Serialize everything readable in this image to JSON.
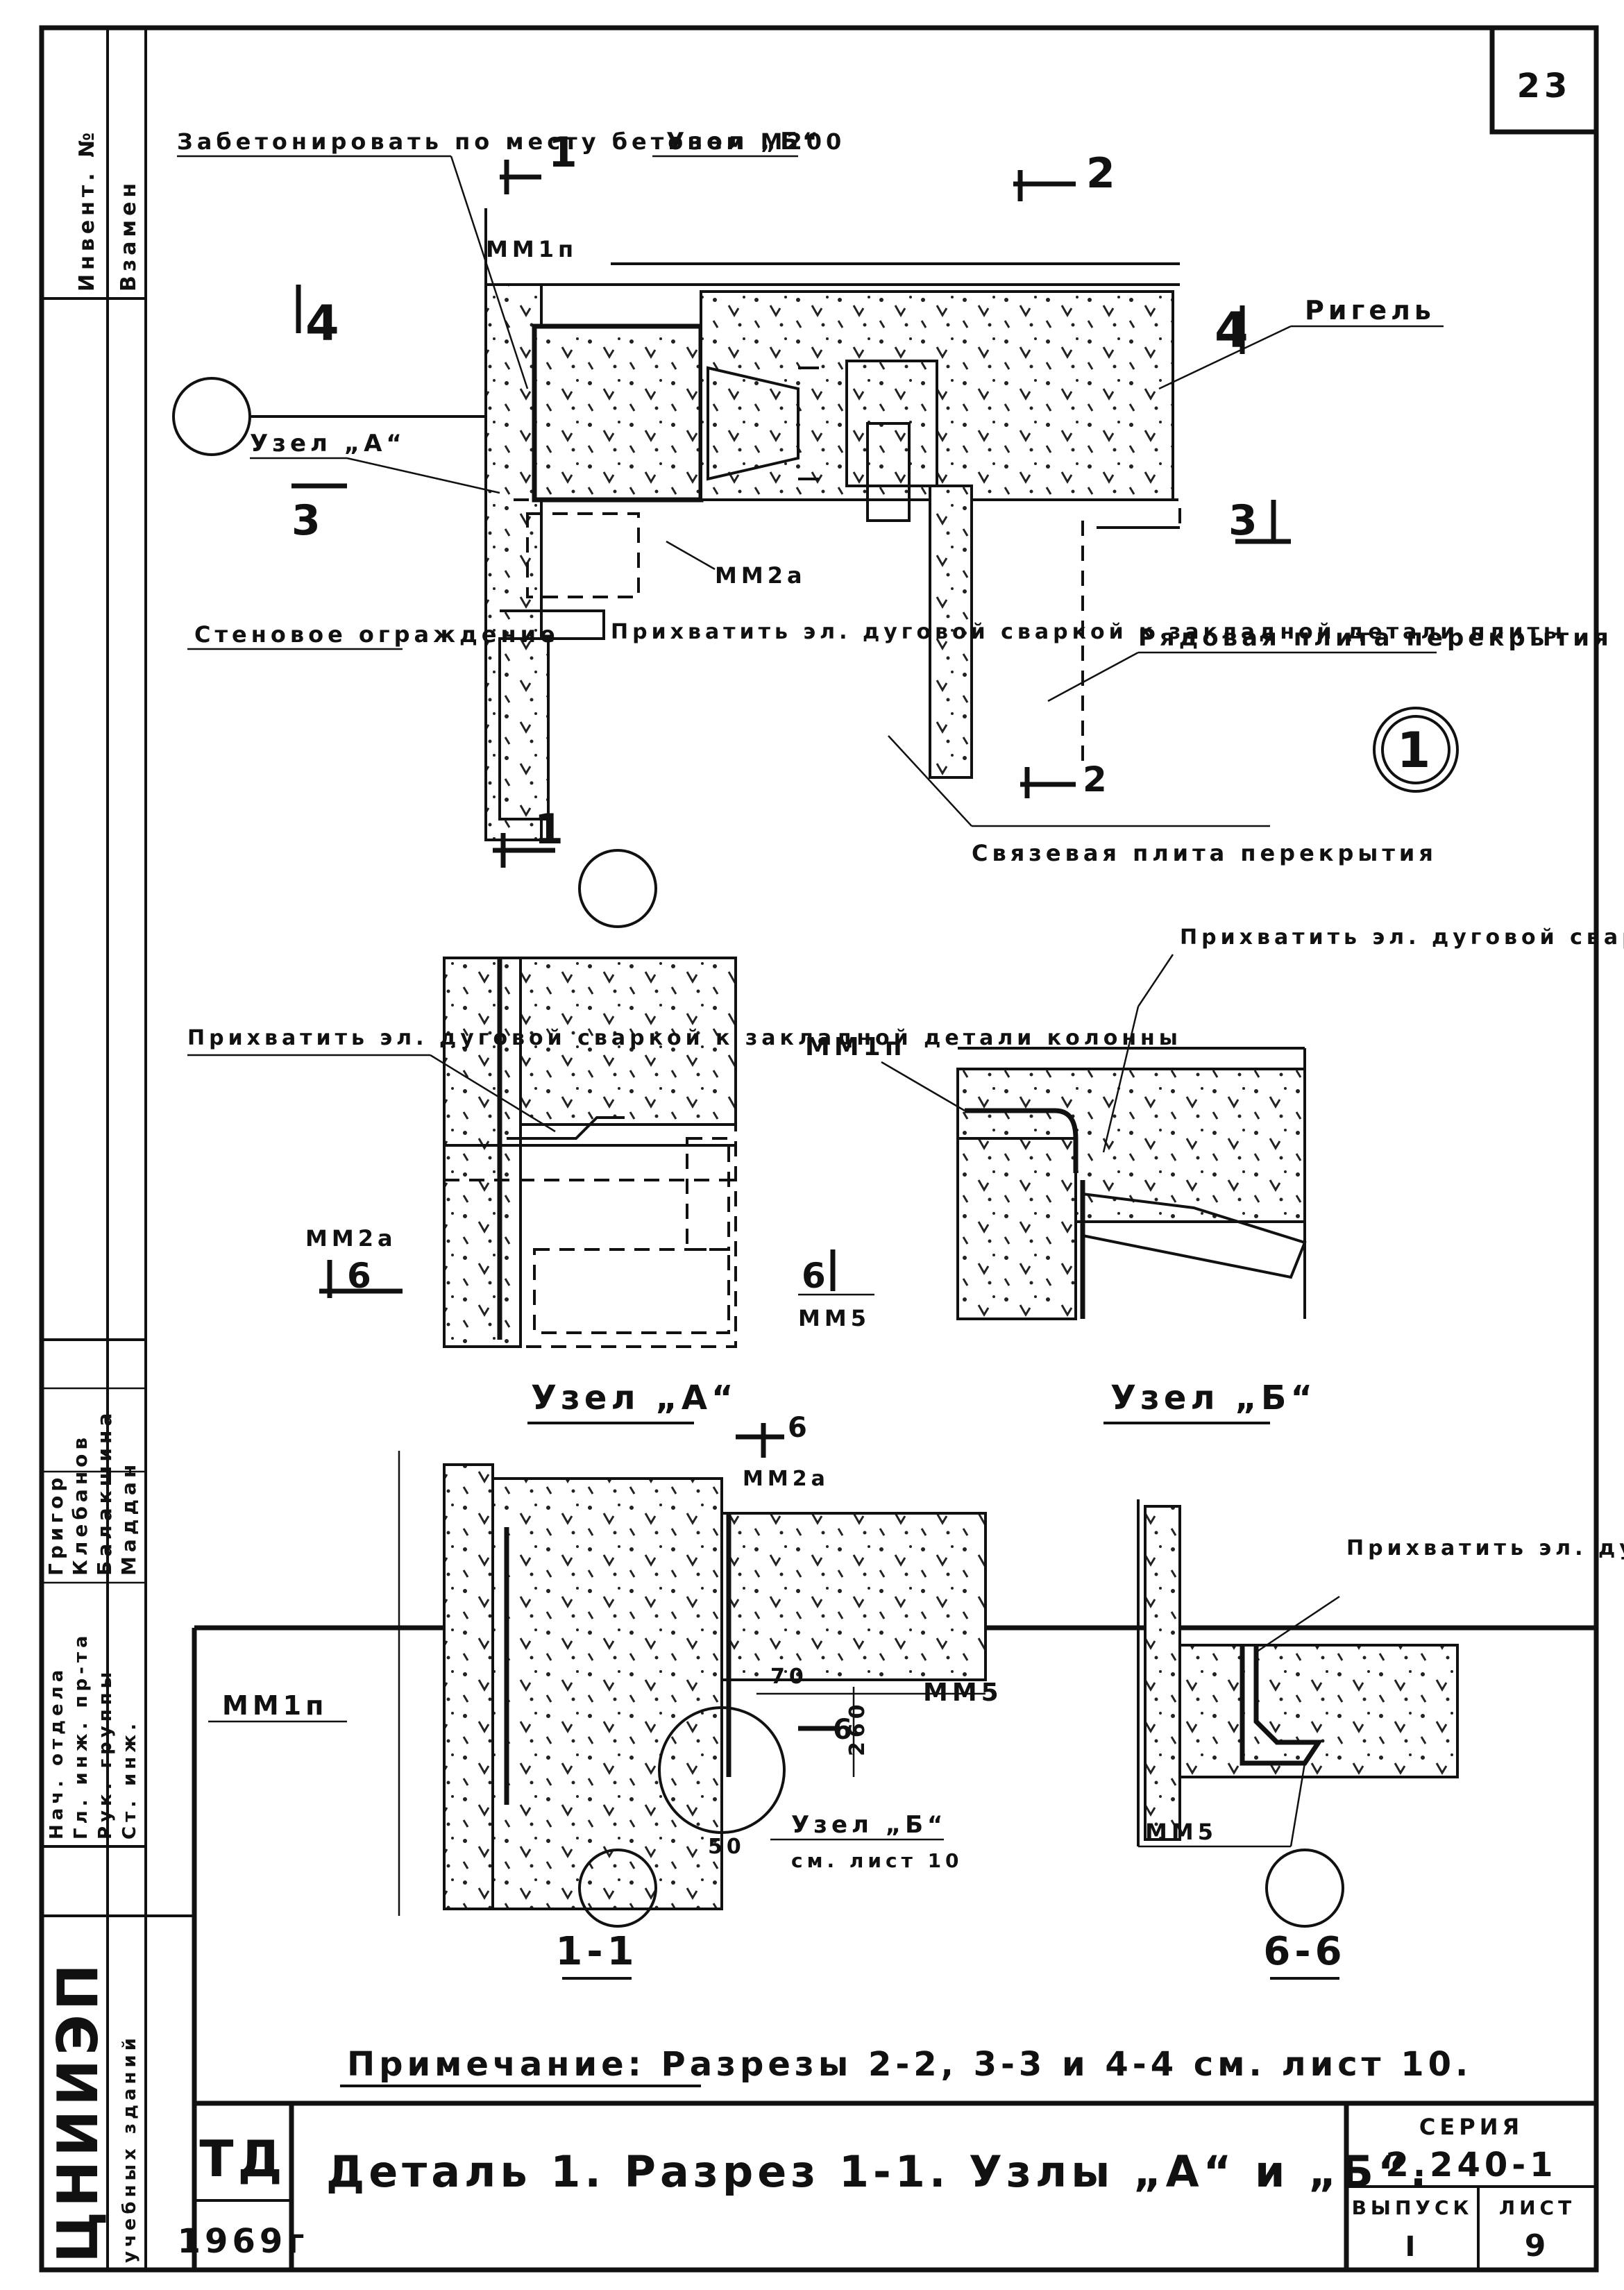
{
  "sheet": {
    "sheet_number_top": "23",
    "title": "Деталь 1. Разрез 1-1. Узлы „А“ и „Б“.",
    "series_label": "СЕРИЯ",
    "series_value": "2.240-1",
    "issue_label": "ВЫПУСК",
    "issue_value": "I",
    "list_label": "ЛИСТ",
    "list_value": "9",
    "td_mark": "ТД",
    "year": "1969г",
    "institute": "ЦНИИЭП",
    "institute_sub": "учебных зданий",
    "note": "Примечание: Разрезы 2-2, 3-3 и 4-4 см. лист 10."
  },
  "side_stamp": {
    "invent": "Инвент. №",
    "vzamen": "Взамен",
    "roles": [
      "Нач. отдела",
      "Гл. инж. пр-та",
      "Рук. группы",
      "Ст. инж."
    ],
    "names": [
      "Григор",
      "Клебанов",
      "Балакшина",
      "Маддан"
    ]
  },
  "detail1": {
    "badge": "1",
    "labels": {
      "concrete": "Забетонировать по месту бетоном М200",
      "mm1p_top": "ММ1п",
      "uzel_b": "Узел „Б“",
      "ригель": "Ригель",
      "uzel_a": "Узел „А“",
      "mm2a": "ММ2а",
      "weld": "Прихватить эл. дуговой сваркой к закладной детали плиты",
      "wall": "Стеновое ограждение",
      "slab_row": "Рядовая плита перекрытия",
      "slab_tie": "Связевая плита перекрытия"
    },
    "section_marks": [
      "1",
      "2",
      "4",
      "3",
      "2",
      "1"
    ]
  },
  "uzel_a": {
    "title": "Узел „А“",
    "weld": "Прихватить эл. дуговой сваркой к закладной детали колонны",
    "mm2a": "ММ2а",
    "mark": "6",
    "mm5": "ММ5",
    "mark_b": "6"
  },
  "uzel_b": {
    "title": "Узел „Б“",
    "weld": "Прихватить эл. дуговой сваркой к закладной детали колонны",
    "mm1p": "ММ1п"
  },
  "section11": {
    "title": "1-1",
    "mm2a": "ММ2а",
    "mm1p": "ММ1п",
    "mm5": "ММ5",
    "dim_70": "70",
    "dim_260": "260",
    "dim_50": "50",
    "mark_6": "6",
    "ref": "Узел „Б“",
    "ref_sub": "см. лист 10"
  },
  "section66": {
    "title": "6-6",
    "weld": "Прихватить эл. дуговой сваркой",
    "mm5": "ММ5"
  }
}
